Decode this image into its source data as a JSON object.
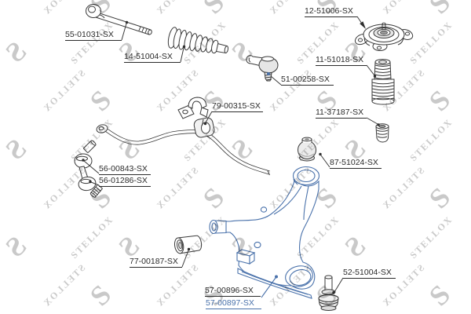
{
  "page": {
    "background": "#ffffff",
    "type": "parts-diagram"
  },
  "watermark": {
    "text": "STELLOX",
    "logo_letter": "S"
  },
  "colors": {
    "highlight": "#4a72ab",
    "line": "#3a3a3a",
    "label_text": "#2b2b2b",
    "watermark": "rgba(0,0,0,0.21)"
  },
  "labels": [
    {
      "text": "55-01031-SX",
      "highlighted": false
    },
    {
      "text": "14-51004-SX",
      "highlighted": false
    },
    {
      "text": "12-51006-SX",
      "highlighted": false
    },
    {
      "text": "11-51018-SX",
      "highlighted": false
    },
    {
      "text": "51-00258-SX",
      "highlighted": false
    },
    {
      "text": "11-37187-SX",
      "highlighted": false
    },
    {
      "text": "79-00315-SX",
      "highlighted": false
    },
    {
      "text": "87-51024-SX",
      "highlighted": false
    },
    {
      "text": "56-00843-SX",
      "highlighted": false
    },
    {
      "text": "56-01286-SX",
      "highlighted": false
    },
    {
      "text": "77-00187-SX",
      "highlighted": false
    },
    {
      "text": "57-00896-SX",
      "highlighted": false
    },
    {
      "text": "57-00897-SX",
      "highlighted": true
    },
    {
      "text": "52-51004-SX",
      "highlighted": false
    }
  ]
}
